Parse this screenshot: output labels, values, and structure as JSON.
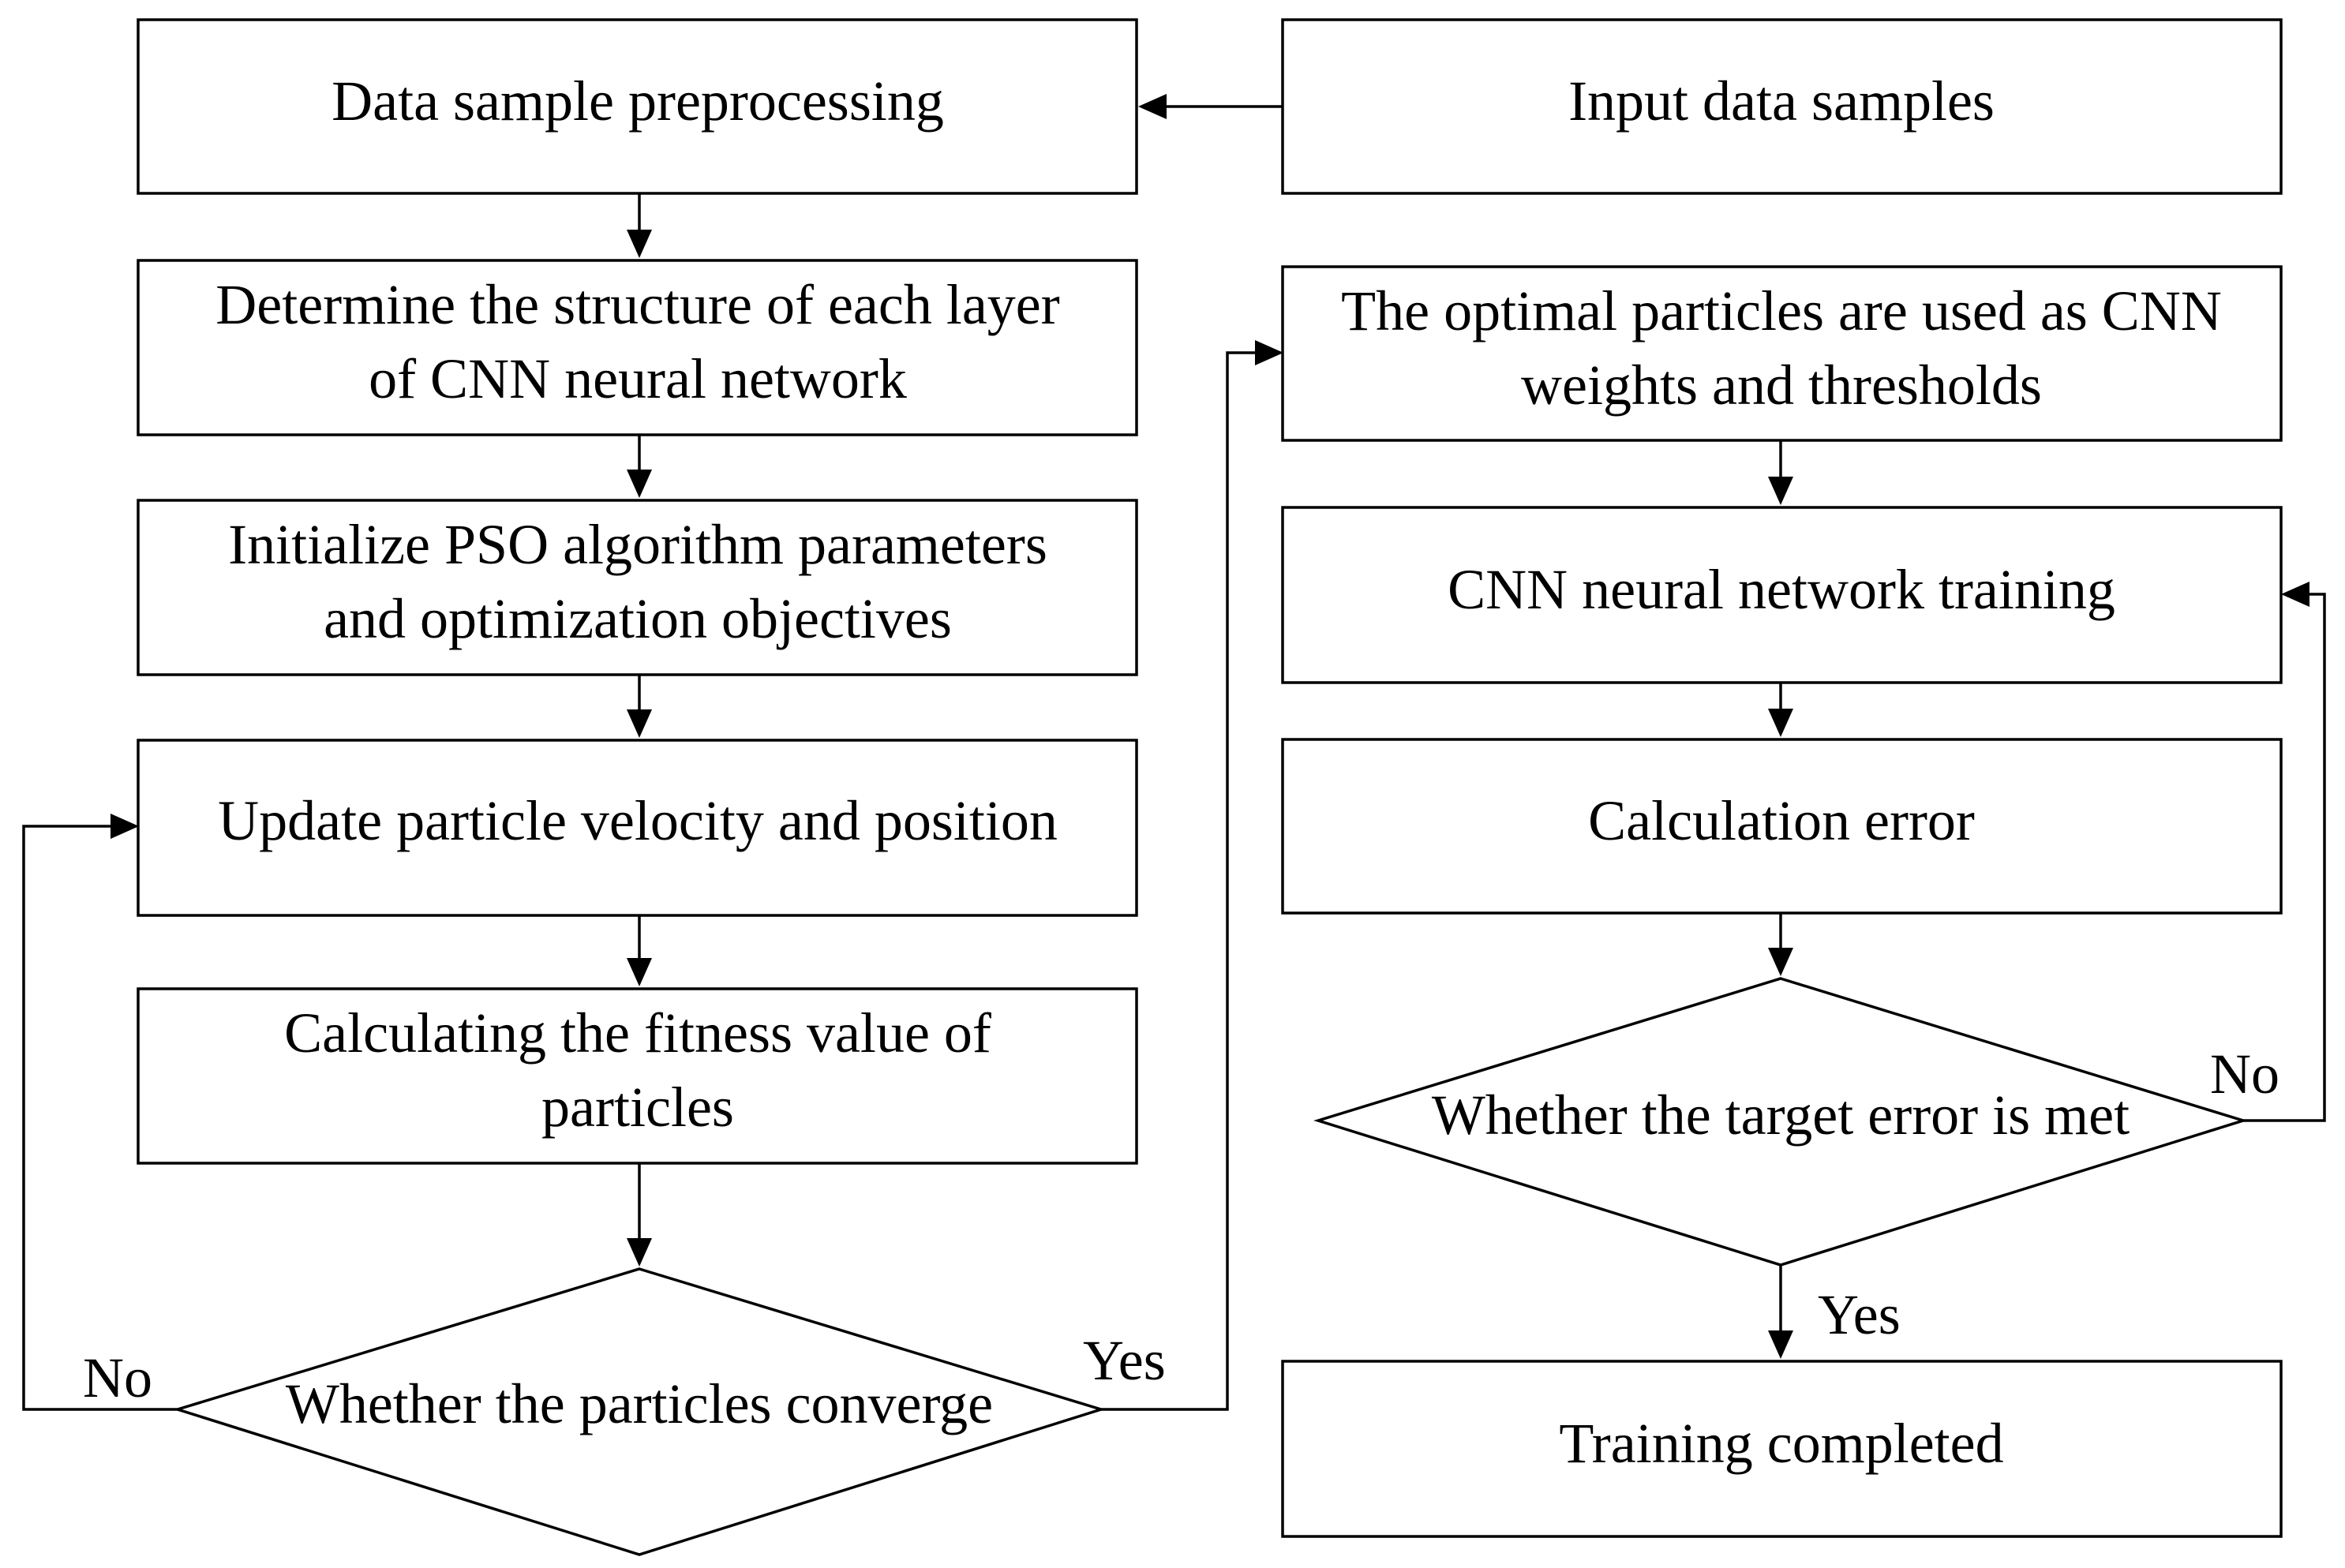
{
  "nodes": {
    "preprocessing": {
      "lines": [
        "Data sample preprocessing"
      ]
    },
    "input": {
      "lines": [
        "Input data samples"
      ]
    },
    "structure": {
      "lines": [
        "Determine the structure of each layer",
        "of CNN neural network"
      ]
    },
    "init_pso": {
      "lines": [
        "Initialize PSO algorithm parameters",
        "and optimization objectives"
      ]
    },
    "update": {
      "lines": [
        "Update particle velocity and position"
      ]
    },
    "fitness": {
      "lines": [
        "Calculating the fitness value of",
        "particles"
      ]
    },
    "converge": {
      "lines": [
        "Whether the particles converge"
      ]
    },
    "optimal": {
      "lines": [
        "The optimal particles are used as CNN",
        "weights and thresholds"
      ]
    },
    "training": {
      "lines": [
        "CNN neural network training"
      ]
    },
    "error": {
      "lines": [
        "Calculation error"
      ]
    },
    "target": {
      "lines": [
        "Whether  the target error is  met"
      ]
    },
    "completed": {
      "lines": [
        "Training completed"
      ]
    }
  },
  "edge_labels": {
    "converge_no": "No",
    "converge_yes": "Yes",
    "target_no": "No",
    "target_yes": "Yes"
  },
  "colors": {
    "stroke": "#000000",
    "fill": "#ffffff",
    "text": "#000000"
  }
}
